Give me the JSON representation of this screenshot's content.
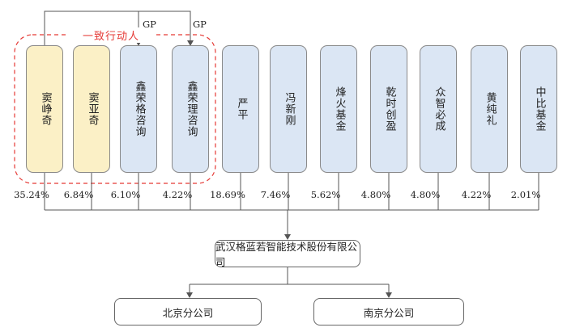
{
  "group_label": "一致行动人",
  "gp_labels": [
    "GP",
    "GP"
  ],
  "shareholders": [
    {
      "name": "窦峥奇",
      "pct": "35.24%",
      "color": "yellow"
    },
    {
      "name": "窦亚奇",
      "pct": "6.84%",
      "color": "yellow"
    },
    {
      "name": "鑫荣格咨询",
      "pct": "6.10%",
      "color": "blue"
    },
    {
      "name": "鑫荣理咨询",
      "pct": "4.22%",
      "color": "blue"
    },
    {
      "name": "严平",
      "pct": "18.69%",
      "color": "blue"
    },
    {
      "name": "冯新刚",
      "pct": "7.46%",
      "color": "blue"
    },
    {
      "name": "烽火基金",
      "pct": "5.62%",
      "color": "blue"
    },
    {
      "name": "乾时创盈",
      "pct": "4.80%",
      "color": "blue"
    },
    {
      "name": "众智必成",
      "pct": "4.80%",
      "color": "blue"
    },
    {
      "name": "黄纯礼",
      "pct": "4.22%",
      "color": "blue"
    },
    {
      "name": "中比基金",
      "pct": "2.01%",
      "color": "blue"
    }
  ],
  "company": "武汉格蓝若智能技术股份有限公司",
  "branches": [
    "北京分公司",
    "南京分公司"
  ],
  "colors": {
    "yellow_fill": "#fbf0c6",
    "blue_fill": "#dbe6f4",
    "group_dash": "#e53935"
  }
}
